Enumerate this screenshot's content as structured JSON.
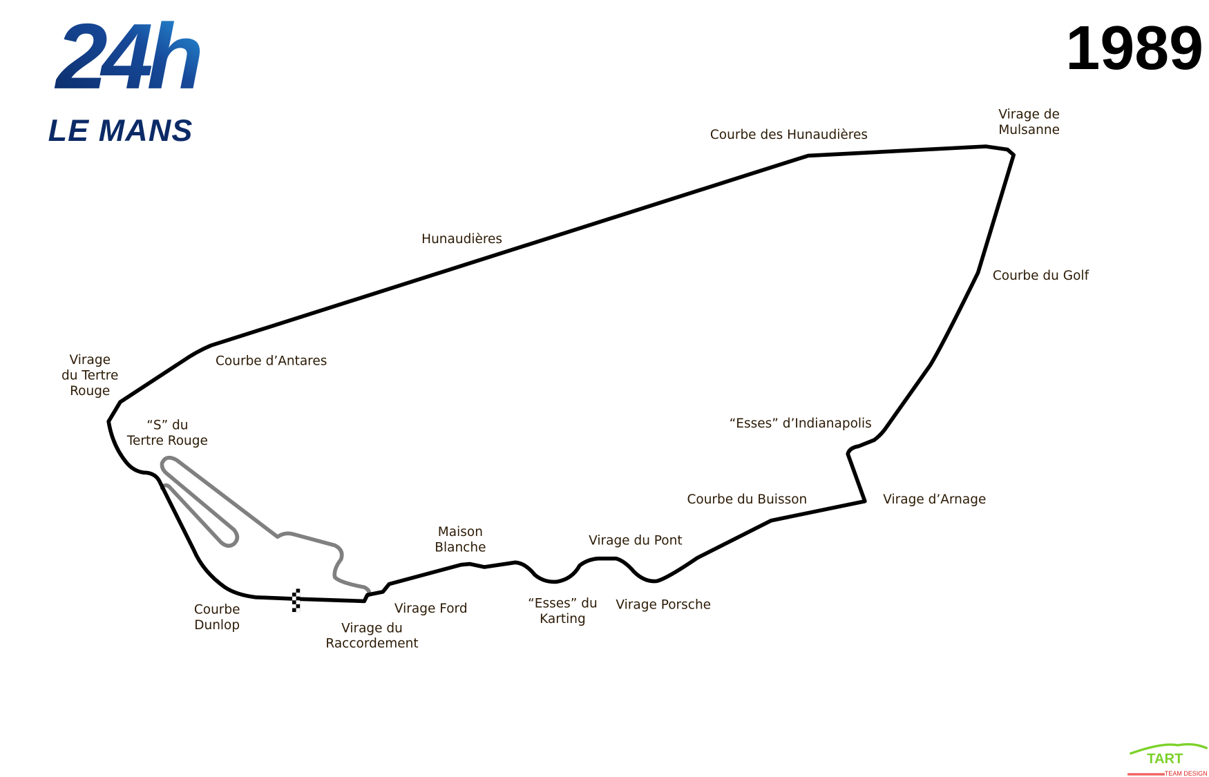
{
  "logo": {
    "top": "24h",
    "bottom": "LE MANS"
  },
  "year": "1989",
  "colors": {
    "track": "#000000",
    "inner_circuit": "#808080",
    "logo_dark": "#0b2a66",
    "logo_light": "#1e8ad6",
    "label": "#2b1a05"
  },
  "labels": {
    "courbe_hunaudieres": "Courbe des Hunaudières",
    "mulsanne": [
      "Virage de",
      "Mulsanne"
    ],
    "hunaudieres": "Hunaudières",
    "golf": "Courbe du Golf",
    "antares": "Courbe d’Antares",
    "tertre_rouge": [
      "Virage",
      "du Tertre",
      "Rouge"
    ],
    "s_tertre_rouge": [
      "“S” du",
      "Tertre Rouge"
    ],
    "indianapolis": "“Esses” d’Indianapolis",
    "buisson": "Courbe du Buisson",
    "arnage": "Virage d’Arnage",
    "maison_blanche": [
      "Maison",
      "Blanche"
    ],
    "pont": "Virage du Pont",
    "ford": "Virage Ford",
    "karting": [
      "“Esses” du",
      "Karting"
    ],
    "porsche": "Virage Porsche",
    "dunlop": [
      "Courbe",
      "Dunlop"
    ],
    "raccordement": [
      "Virage du",
      "Raccordement"
    ]
  },
  "watermark": {
    "name": "TART",
    "sub": "TEAM DESIGN"
  }
}
